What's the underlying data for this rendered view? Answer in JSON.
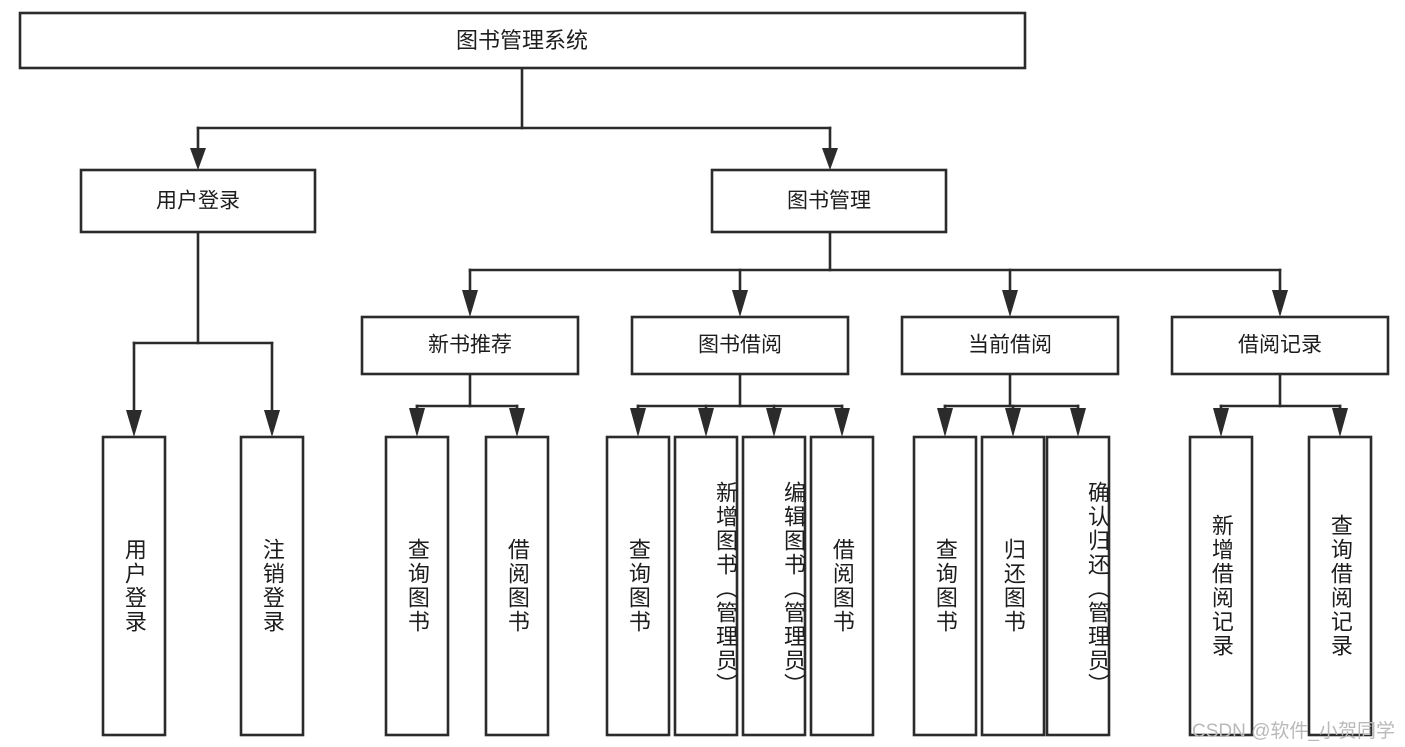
{
  "diagram": {
    "type": "tree-hierarchy-chart",
    "title": "图书管理系统",
    "root": {
      "id": "root",
      "label": "图书管理系统"
    },
    "level2": [
      {
        "id": "user-login",
        "label": "用户登录"
      },
      {
        "id": "book-management",
        "label": "图书管理"
      }
    ],
    "level3": [
      {
        "id": "new-book-recommend",
        "label": "新书推荐",
        "parent": "book-management"
      },
      {
        "id": "book-borrow",
        "label": "图书借阅",
        "parent": "book-management"
      },
      {
        "id": "current-borrow",
        "label": "当前借阅",
        "parent": "book-management"
      },
      {
        "id": "borrow-record",
        "label": "借阅记录",
        "parent": "book-management"
      }
    ],
    "leaves": [
      {
        "id": "leaf-user-login",
        "label": "用户登录",
        "parent": "user-login"
      },
      {
        "id": "leaf-logout-login",
        "label": "注销登录",
        "parent": "user-login"
      },
      {
        "id": "leaf-query-book-1",
        "label": "查询图书",
        "parent": "new-book-recommend"
      },
      {
        "id": "leaf-borrow-book-1",
        "label": "借阅图书",
        "parent": "new-book-recommend"
      },
      {
        "id": "leaf-query-book-2",
        "label": "查询图书",
        "parent": "book-borrow"
      },
      {
        "id": "leaf-add-book-admin",
        "label": "新增图书（管理员）",
        "parent": "book-borrow"
      },
      {
        "id": "leaf-edit-book-admin",
        "label": "编辑图书（管理员）",
        "parent": "book-borrow"
      },
      {
        "id": "leaf-borrow-book-2",
        "label": "借阅图书",
        "parent": "book-borrow"
      },
      {
        "id": "leaf-query-book-3",
        "label": "查询图书",
        "parent": "current-borrow"
      },
      {
        "id": "leaf-return-book",
        "label": "归还图书",
        "parent": "current-borrow"
      },
      {
        "id": "leaf-confirm-return-admin",
        "label": "确认归还（管理员）",
        "parent": "current-borrow"
      },
      {
        "id": "leaf-add-borrow-record",
        "label": "新增借阅记录",
        "parent": "borrow-record"
      },
      {
        "id": "leaf-query-borrow-record",
        "label": "查询借阅记录",
        "parent": "borrow-record"
      }
    ]
  },
  "watermark": {
    "text": "CSDN @软件_小贺同学"
  },
  "colors": {
    "stroke": "#2b2b2b",
    "node_fill": "#ffffff",
    "text": "#1d1d1d",
    "watermark": "#b9b9b9",
    "background": "#ffffff"
  }
}
